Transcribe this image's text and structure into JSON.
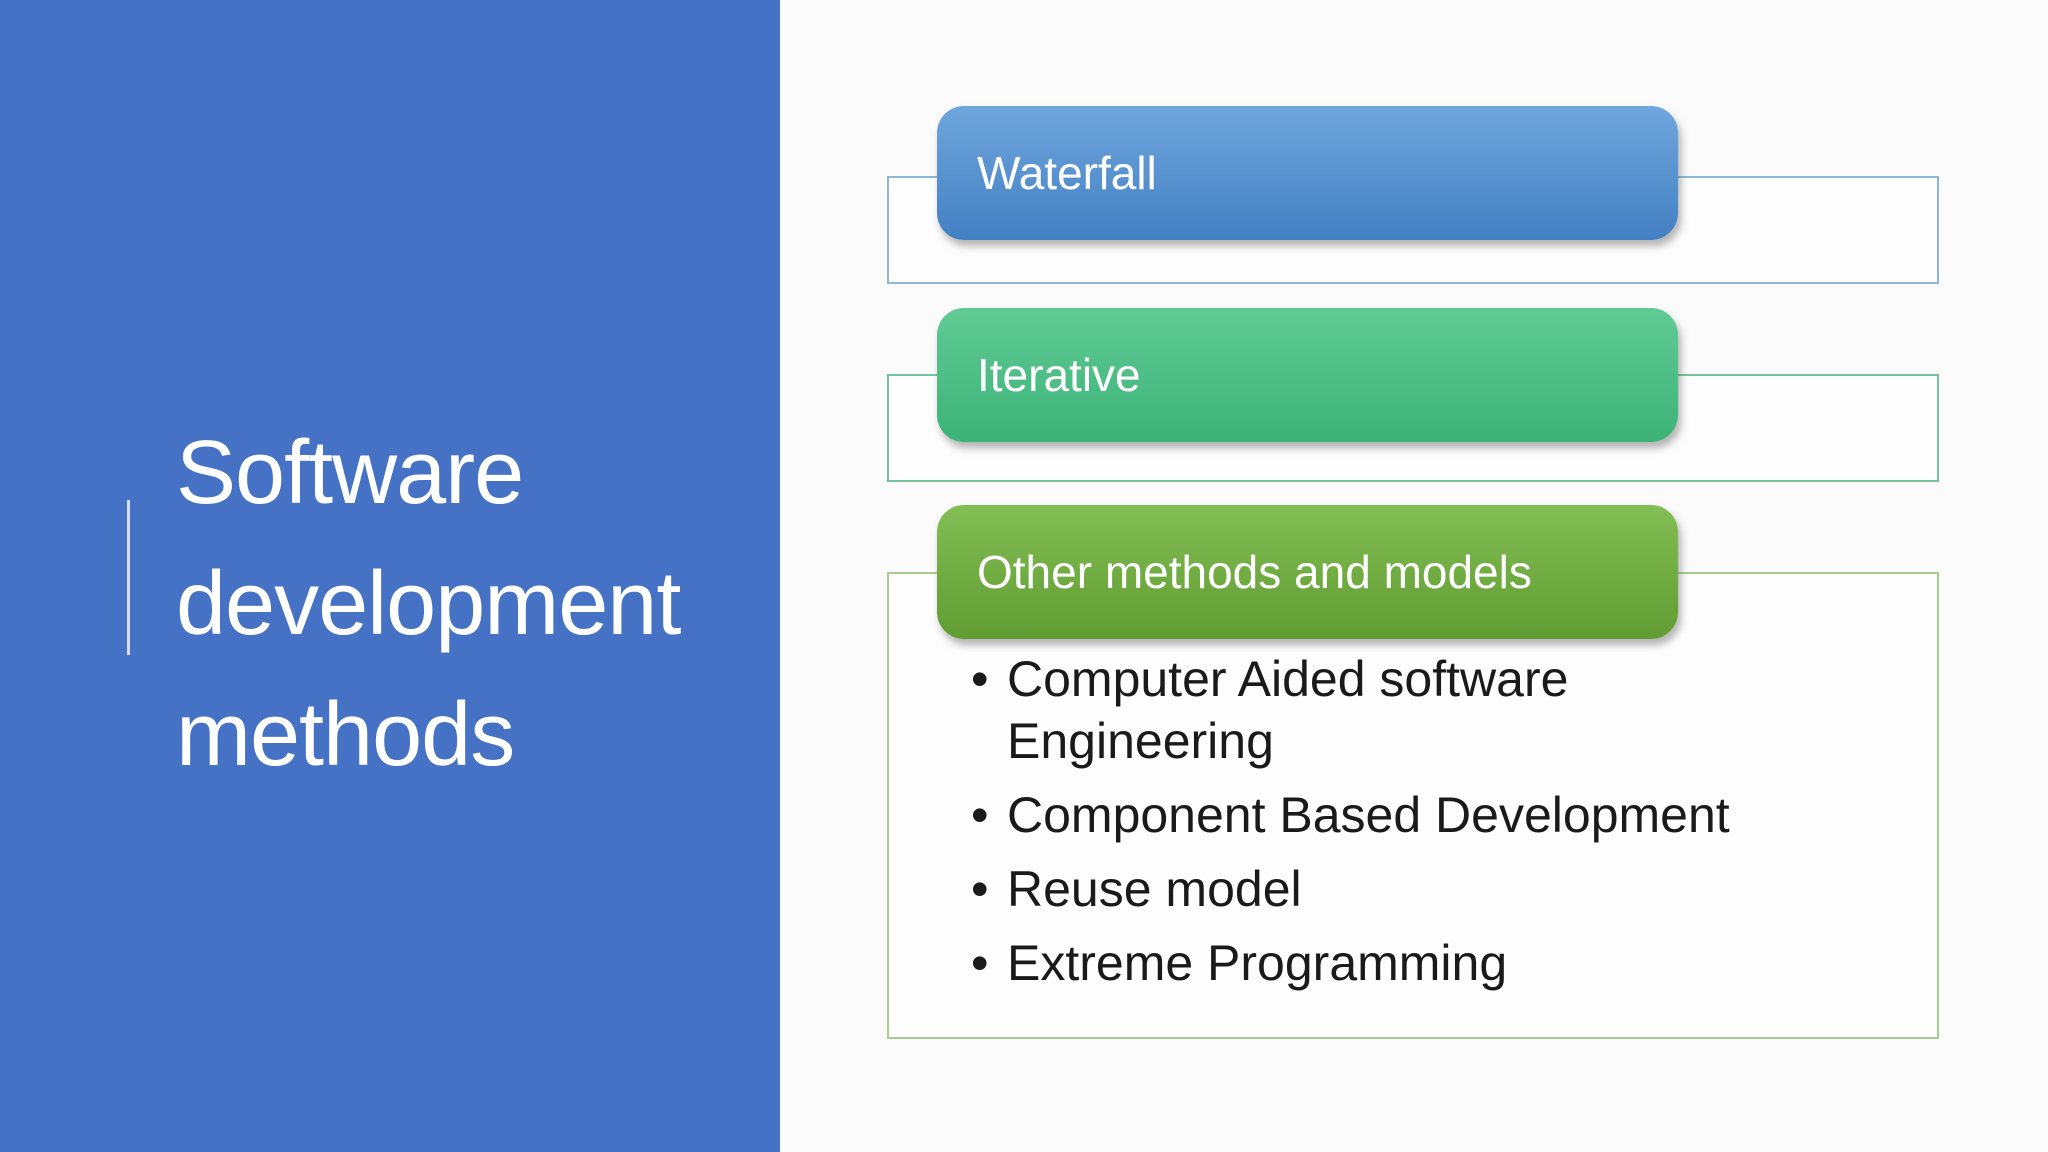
{
  "slide": {
    "title": "Software development methods",
    "items": [
      {
        "label": "Waterfall",
        "bullets": []
      },
      {
        "label": "Iterative",
        "bullets": []
      },
      {
        "label": "Other methods and models",
        "bullets": [
          "Computer Aided software Engineering",
          "Component Based Development",
          "Reuse model",
          "Extreme Programming"
        ]
      }
    ],
    "colors": {
      "left_panel": "#4572C4",
      "title_text": "#FFFFFF",
      "body_text": "#1A1A1A",
      "waterfall_gradient_top": "#6FA6DD",
      "waterfall_gradient_bottom": "#4380C3",
      "iterative_gradient_top": "#60CA95",
      "iterative_gradient_bottom": "#3CB377",
      "other_gradient_top": "#83BE55",
      "other_gradient_bottom": "#609C31",
      "waterfall_outline_border": "#8FB6D6",
      "iterative_outline_border": "#74C2A0",
      "other_outline_border": "#A7CD8F"
    }
  }
}
